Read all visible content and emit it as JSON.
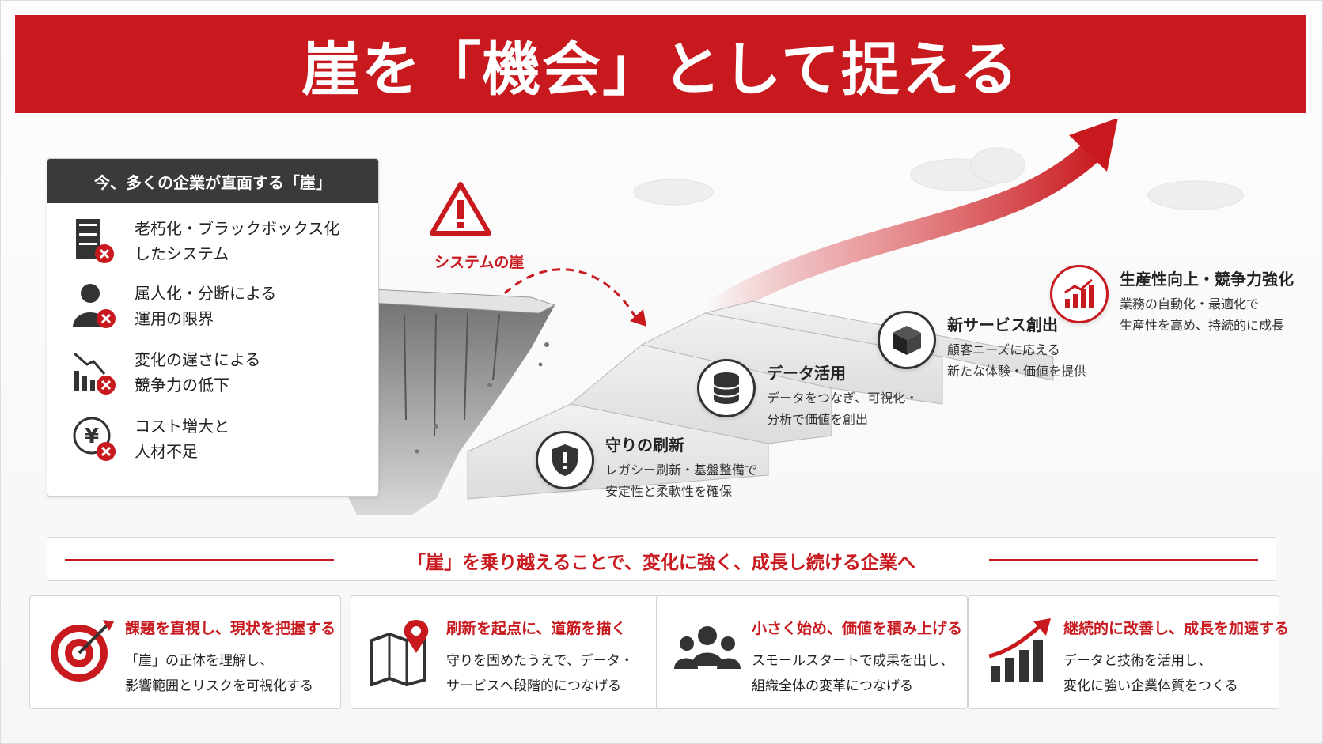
{
  "title": "崖を「機会」として捉える",
  "left_panel": {
    "heading": "今、多くの企業が直面する「崖」",
    "items": [
      {
        "icon": "server-x-icon",
        "line1": "老朽化・ブラックボックス化",
        "line2": "したシステム"
      },
      {
        "icon": "person-x-icon",
        "line1": "属人化・分断による",
        "line2": "運用の限界"
      },
      {
        "icon": "chart-down-x-icon",
        "line1": "変化の遅さによる",
        "line2": "競争力の低下"
      },
      {
        "icon": "yen-x-icon",
        "line1": "コスト増大と",
        "line2": "人材不足"
      }
    ]
  },
  "warning_label": "システムの崖",
  "steps": [
    {
      "icon": "shield-icon",
      "title": "守りの刷新",
      "line1": "レガシー刷新・基盤整備で",
      "line2": "安定性と柔軟性を確保"
    },
    {
      "icon": "database-icon",
      "title": "データ活用",
      "line1": "データをつなぎ、可視化・",
      "line2": "分析で価値を創出"
    },
    {
      "icon": "box-icon",
      "title": "新サービス創出",
      "line1": "顧客ニーズに応える",
      "line2": "新たな体験・価値を提供"
    },
    {
      "icon": "growth-chart-icon",
      "title": "生産性向上・競争力強化",
      "line1": "業務の自動化・最適化で",
      "line2": "生産性を高め、持続的に成長"
    }
  ],
  "slogan": "「崖」を乗り越えることで、変化に強く、成長し続ける企業へ",
  "cards": [
    {
      "icon": "target-icon",
      "title": "課題を直視し、現状を把握する",
      "line1": "「崖」の正体を理解し、",
      "line2": "影響範囲とリスクを可視化する"
    },
    {
      "icon": "map-pin-icon",
      "title": "刷新を起点に、道筋を描く",
      "line1": "守りを固めたうえで、データ・",
      "line2": "サービスへ段階的につなげる"
    },
    {
      "icon": "people-icon",
      "title": "小さく始め、価値を積み上げる",
      "line1": "スモールスタートで成果を出し、",
      "line2": "組織全体の変革につなげる"
    },
    {
      "icon": "growth-bars-icon",
      "title": "継続的に改善し、成長を加速する",
      "line1": "データと技術を活用し、",
      "line2": "変化に強い企業体質をつくる"
    }
  ],
  "colors": {
    "accent": "#c8191e",
    "dark": "#3a3a3a"
  }
}
